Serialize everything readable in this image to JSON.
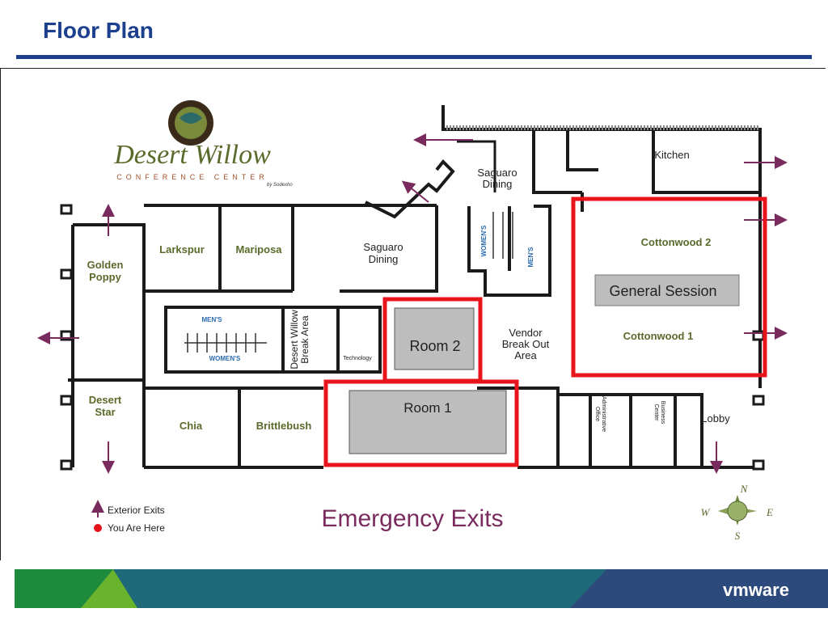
{
  "slide": {
    "title": "Floor Plan"
  },
  "logo": {
    "name": "Desert Willow",
    "subtitle": "CONFERENCE CENTER",
    "by": "by Sodexho"
  },
  "rooms": {
    "golden_poppy": [
      "Golden",
      "Poppy"
    ],
    "desert_star": [
      "Desert",
      "Star"
    ],
    "larkspur": "Larkspur",
    "mariposa": "Mariposa",
    "saguaro_dining_1": [
      "Saguaro",
      "Dining"
    ],
    "saguaro_dining_2": [
      "Saguaro",
      "Dining"
    ],
    "kitchen": "Kitchen",
    "cottonwood_2": "Cottonwood 2",
    "cottonwood_1": "Cottonwood 1",
    "mens_1": "MEN'S",
    "womens_1": "WOMEN'S",
    "mens_2": "MEN'S",
    "womens_2": "WOMEN'S",
    "break_area": [
      "Desert Willow",
      "Break Area"
    ],
    "technology": "Technology",
    "vendor": [
      "Vendor",
      "Break Out",
      "Area"
    ],
    "chia": "Chia",
    "brittlebush": "Brittlebush",
    "admin_office": [
      "Administrative",
      "Office"
    ],
    "business_center": [
      "Business",
      "Center"
    ],
    "lobby": "Lobby"
  },
  "overlays": {
    "general_session": "General Session",
    "room2": "Room 2",
    "room1": "Room 1"
  },
  "legend": {
    "exterior_exits": "Exterior Exits",
    "you_are_here": "You Are Here",
    "emergency_exits": "Emergency Exits"
  },
  "compass": {
    "n": "N",
    "s": "S",
    "e": "E",
    "w": "W"
  },
  "footer": {
    "brand": "vmware"
  },
  "colors": {
    "title_blue": "#1c3f8e",
    "exit_arrow": "#7a2b5e",
    "room_text": "#5a6a2a",
    "highlight_red": "#e8141c",
    "overlay_gray": "#bdbdbd",
    "footer_green": "#1e8a3c",
    "footer_lime": "#6ab42d",
    "footer_teal": "#1f6a78",
    "footer_navy": "#2c4a7c"
  }
}
